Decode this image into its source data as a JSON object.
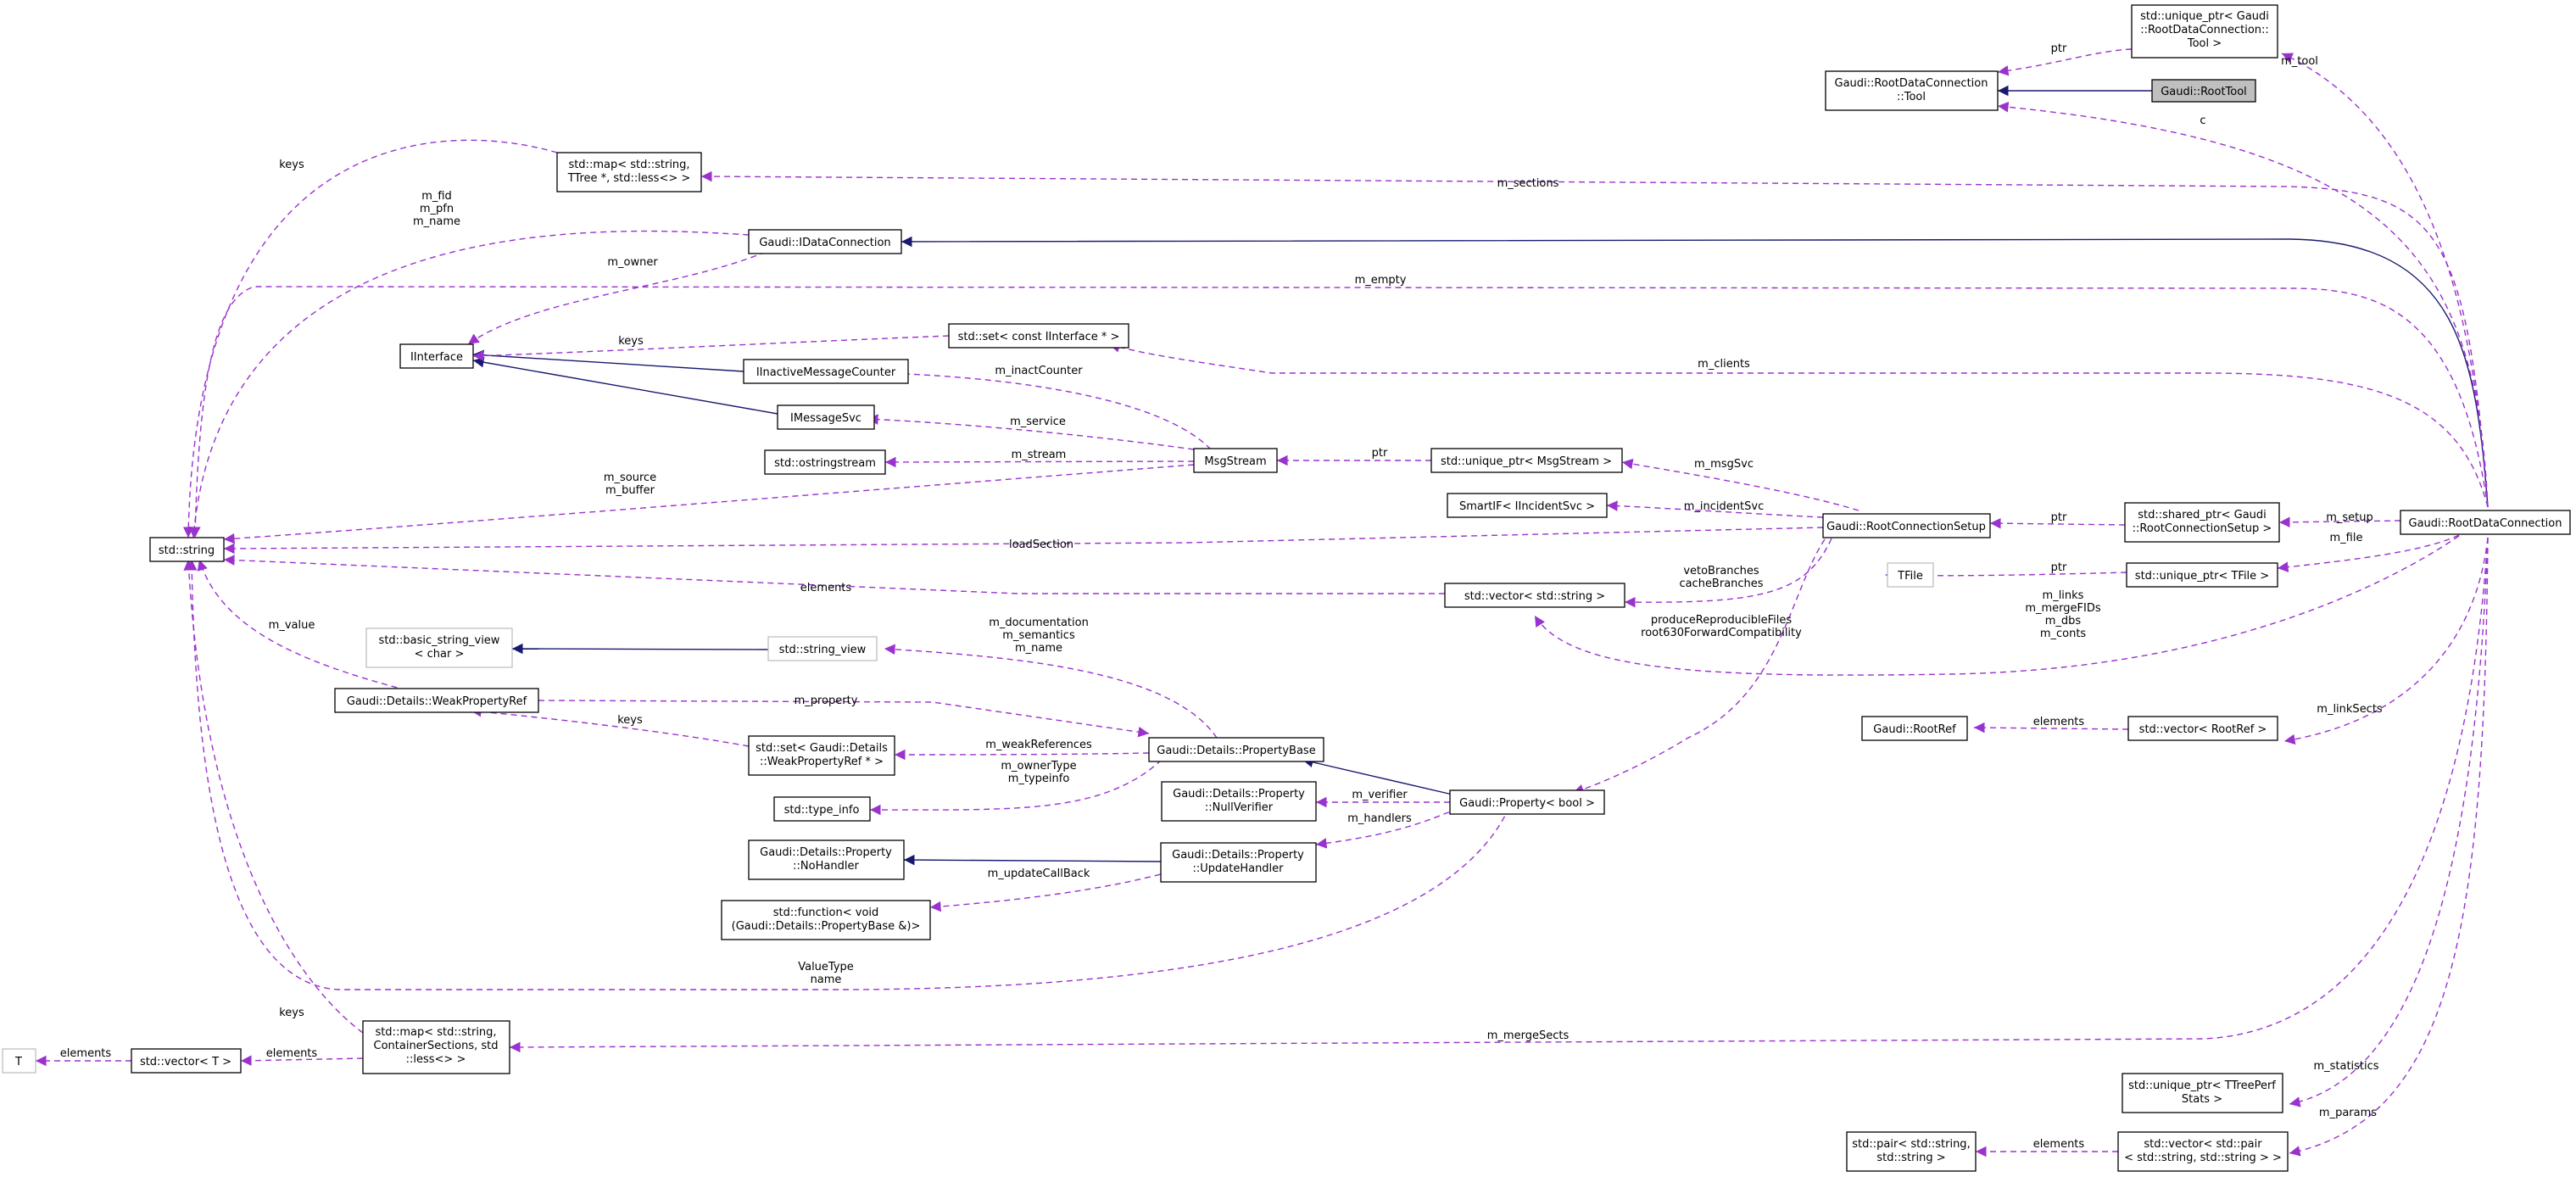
{
  "colors": {
    "inherit": "#191970",
    "usage": "#9a32cd",
    "border": "#000000",
    "gray_border": "#bfbfbf",
    "highlight_fill": "#bfbfbf",
    "label": "#000000"
  },
  "nodes": {
    "rootdataconnection": [
      "Gaudi::RootDataConnection"
    ],
    "roottool": [
      "Gaudi::RootTool"
    ],
    "rdc_tool": [
      "Gaudi::RootDataConnection",
      "::Tool"
    ],
    "uptr_tool": [
      "std::unique_ptr< Gaudi",
      "::RootDataConnection::",
      "Tool >"
    ],
    "idataconnection": [
      "Gaudi::IDataConnection"
    ],
    "map_ttree": [
      "std::map< std::string,",
      "TTree *, std::less<> >"
    ],
    "stdstring": [
      "std::string"
    ],
    "iinterface": [
      "IInterface"
    ],
    "set_iinterface": [
      "std::set< const IInterface * >"
    ],
    "iinactive": [
      "IInactiveMessageCounter"
    ],
    "imessagesvc": [
      "IMessageSvc"
    ],
    "ostringstream": [
      "std::ostringstream"
    ],
    "msgstream": [
      "MsgStream"
    ],
    "uptr_msgstream": [
      "std::unique_ptr< MsgStream >"
    ],
    "smartif": [
      "SmartIF< IIncidentSvc >"
    ],
    "rootconnectionsetup": [
      "Gaudi::RootConnectionSetup"
    ],
    "sptr_setup": [
      "std::shared_ptr< Gaudi",
      "::RootConnectionSetup >"
    ],
    "tfile": [
      "TFile"
    ],
    "uptr_tfile": [
      "std::unique_ptr< TFile >"
    ],
    "vector_string": [
      "std::vector< std::string >"
    ],
    "basic_string_view": [
      "std::basic_string_view",
      "< char >"
    ],
    "string_view": [
      "std::string_view"
    ],
    "weakpropertyref": [
      "Gaudi::Details::WeakPropertyRef"
    ],
    "set_weakref": [
      "std::set< Gaudi::Details",
      "::WeakPropertyRef * >"
    ],
    "propertybase": [
      "Gaudi::Details::PropertyBase"
    ],
    "type_info": [
      "std::type_info"
    ],
    "nullverifier": [
      "Gaudi::Details::Property",
      "::NullVerifier"
    ],
    "property_bool": [
      "Gaudi::Property< bool >"
    ],
    "nohandler": [
      "Gaudi::Details::Property",
      "::NoHandler"
    ],
    "updatehandler": [
      "Gaudi::Details::Property",
      "::UpdateHandler"
    ],
    "function": [
      "std::function< void",
      "(Gaudi::Details::PropertyBase &)>"
    ],
    "rootref": [
      "Gaudi::RootRef"
    ],
    "vector_rootref": [
      "std::vector< RootRef >"
    ],
    "map_container": [
      "std::map< std::string,",
      "ContainerSections, std",
      "::less<> >"
    ],
    "vector_t": [
      "std::vector< T >"
    ],
    "t": [
      "T"
    ],
    "uptr_perf": [
      "std::unique_ptr< TTreePerf",
      "Stats >"
    ],
    "pair": [
      "std::pair< std::string,",
      "std::string >"
    ],
    "vector_pair": [
      "std::vector< std::pair",
      "< std::string, std::string > >"
    ]
  },
  "edge_labels": {
    "m_tool": [
      "m_tool"
    ],
    "ptr_tool": [
      "ptr"
    ],
    "c": [
      "c"
    ],
    "m_sections": [
      "m_sections"
    ],
    "keys_map_ttree": [
      "keys"
    ],
    "m_fid": [
      "m_fid",
      "m_pfn",
      "m_name"
    ],
    "m_owner": [
      "m_owner"
    ],
    "m_empty": [
      "m_empty"
    ],
    "keys_set": [
      "keys"
    ],
    "m_clients": [
      "m_clients"
    ],
    "m_inactcounter": [
      "m_inactCounter"
    ],
    "m_service": [
      "m_service"
    ],
    "m_stream": [
      "m_stream"
    ],
    "m_source": [
      "m_source",
      "m_buffer"
    ],
    "ptr_msg": [
      "ptr"
    ],
    "m_msgsvc": [
      "m_msgSvc"
    ],
    "m_incidentsvc": [
      "m_incidentSvc"
    ],
    "loadsection": [
      "loadSection"
    ],
    "ptr_setup": [
      "ptr"
    ],
    "m_setup": [
      "m_setup"
    ],
    "ptr_tfile": [
      "ptr"
    ],
    "m_file": [
      "m_file"
    ],
    "elements_vs": [
      "elements"
    ],
    "veto": [
      "vetoBranches",
      "cacheBranches"
    ],
    "produce": [
      "produceReproducibleFiles",
      "root630ForwardCompatibility"
    ],
    "m_links": [
      "m_links",
      "m_mergeFIDs",
      "m_dbs",
      "m_conts"
    ],
    "m_value": [
      "m_value"
    ],
    "m_documentation": [
      "m_documentation",
      "m_semantics",
      "m_name"
    ],
    "m_property": [
      "m_property"
    ],
    "keys_weak": [
      "keys"
    ],
    "m_weakreferences": [
      "m_weakReferences"
    ],
    "m_ownertype": [
      "m_ownerType",
      "m_typeinfo"
    ],
    "m_verifier": [
      "m_verifier"
    ],
    "m_handlers": [
      "m_handlers"
    ],
    "m_updatecallback": [
      "m_updateCallBack"
    ],
    "elements_rootref": [
      "elements"
    ],
    "m_linksects": [
      "m_linkSects"
    ],
    "valuetype": [
      "ValueType",
      "name"
    ],
    "keys_container": [
      "keys"
    ],
    "m_mergesects": [
      "m_mergeSects"
    ],
    "elements_vt": [
      "elements"
    ],
    "elements_t": [
      "elements"
    ],
    "m_statistics": [
      "m_statistics"
    ],
    "elements_pair": [
      "elements"
    ],
    "m_params": [
      "m_params"
    ]
  }
}
